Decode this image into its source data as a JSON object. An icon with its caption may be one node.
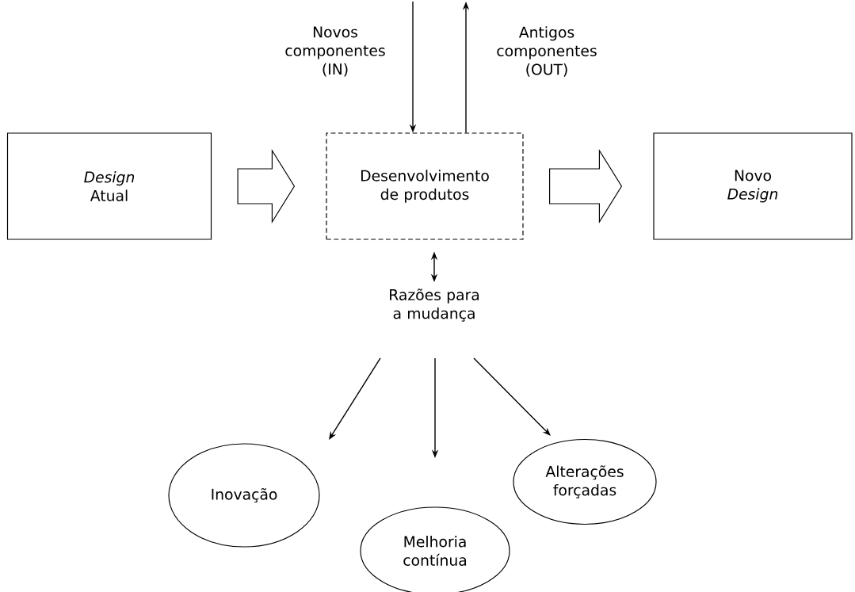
{
  "diagram": {
    "nodes": [
      {
        "text": [
          "*Design* Atual"
        ]
      },
      {
        "text": [
          "Desenvolvimento de produtos"
        ]
      },
      {
        "text": [
          "Novo *Design*"
        ]
      },
      {
        "text": [
          "Razões para a mudança"
        ]
      },
      {
        "text": [
          "Inovação"
        ]
      },
      {
        "text": [
          "Melhoria contínua"
        ]
      },
      {
        "text": [
          "Alterações forçadas"
        ]
      }
    ],
    "edges": [
      {
        "from": null,
        "to": 1,
        "arrow": "to",
        "label": "Novos componentes (IN)"
      },
      {
        "from": 1,
        "to": null,
        "arrow": "to",
        "label": "Antigos componentes (OUT)"
      },
      {
        "from": 0,
        "to": 1,
        "arrow": "to",
        "style": "thick"
      },
      {
        "from": 1,
        "to": 2,
        "arrow": "to",
        "style": "thick"
      },
      {
        "from": 1,
        "to": 3,
        "arrow": "both"
      },
      {
        "from": 3,
        "to": 4,
        "arrow": "to"
      },
      {
        "from": 3,
        "to": 5,
        "arrow": "to"
      },
      {
        "from": 3,
        "to": 6,
        "arrow": "to"
      }
    ]
  }
}
